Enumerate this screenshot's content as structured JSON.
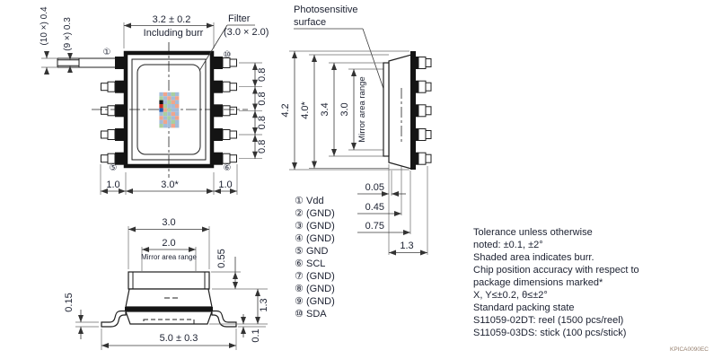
{
  "top_view": {
    "dim_width": "3.2 ± 0.2",
    "dim_width_note": "Including burr",
    "dim_lead_width_all": "(10 ×) 0.4",
    "dim_lead_width_tip": "(9 ×) 0.3",
    "filter_label": "Filter",
    "filter_size": "(3.0 × 2.0)",
    "pin_top_left": "①",
    "pin_top_right": "⑩",
    "pin_bottom_left": "⑤",
    "pin_bottom_right": "⑥",
    "lead_pitch": "0.8",
    "dim_bottom_left": "1.0",
    "dim_bottom_center": "3.0*",
    "dim_bottom_right": "1.0"
  },
  "side_view": {
    "photosensitive_label_line1": "Photosensitive",
    "photosensitive_label_line2": "surface",
    "dim_overall_height": "4.2",
    "dim_body_height": "4.0*",
    "dim_window_height": "3.4",
    "dim_mirror_height": "3.0",
    "mirror_area_label": "Mirror area range",
    "dim_offset_1": "0.05",
    "dim_offset_2": "0.45",
    "dim_offset_3": "0.75",
    "dim_lead_span": "1.3"
  },
  "front_view": {
    "dim_lid_width": "3.0",
    "dim_mirror_width": "2.0",
    "mirror_area_label": "Mirror area range",
    "dim_lid_height": "0.55",
    "dim_lead_thickness": "0.15",
    "dim_body_height": "1.3",
    "dim_standoff": "0.1",
    "dim_lead_span": "5.0 ± 0.3"
  },
  "pins": [
    {
      "num": "①",
      "label": "Vdd"
    },
    {
      "num": "②",
      "label": "(GND)"
    },
    {
      "num": "③",
      "label": "(GND)"
    },
    {
      "num": "④",
      "label": "(GND)"
    },
    {
      "num": "⑤",
      "label": "GND"
    },
    {
      "num": "⑥",
      "label": "SCL"
    },
    {
      "num": "⑦",
      "label": "(GND)"
    },
    {
      "num": "⑧",
      "label": "(GND)"
    },
    {
      "num": "⑨",
      "label": "(GND)"
    },
    {
      "num": "⑩",
      "label": "SDA"
    }
  ],
  "notes": {
    "lines": [
      "Tolerance unless otherwise",
      "noted: ±0.1, ±2°",
      "Shaded area indicates burr.",
      "Chip position accuracy with respect to",
      "package dimensions marked*",
      "X, Y≤±0.2, θ≤±2°",
      "Standard packing state",
      "S11059-02DT: reel (1500 pcs/reel)",
      "S11059-03DS: stick (100 pcs/stick)"
    ]
  },
  "doc_code": "KPICA0090EC",
  "colors": {
    "line": "#1f1f1f",
    "burr_fill": "#141414",
    "doc_code_text": "#97806f"
  },
  "chip_mosaic": {
    "palette": {
      "p": "#a3bcd9",
      "g": "#a9cf9f",
      "s": "#f0a58c",
      "k": "#141414",
      "r": "#d22b1d",
      "b": "#1d57b0"
    },
    "pattern": [
      "pspgp",
      "gpsps",
      "kpgsp",
      "rgpps",
      "bsgpp",
      "pgpsp",
      "spgps",
      "pspgp",
      "gppsp"
    ]
  }
}
